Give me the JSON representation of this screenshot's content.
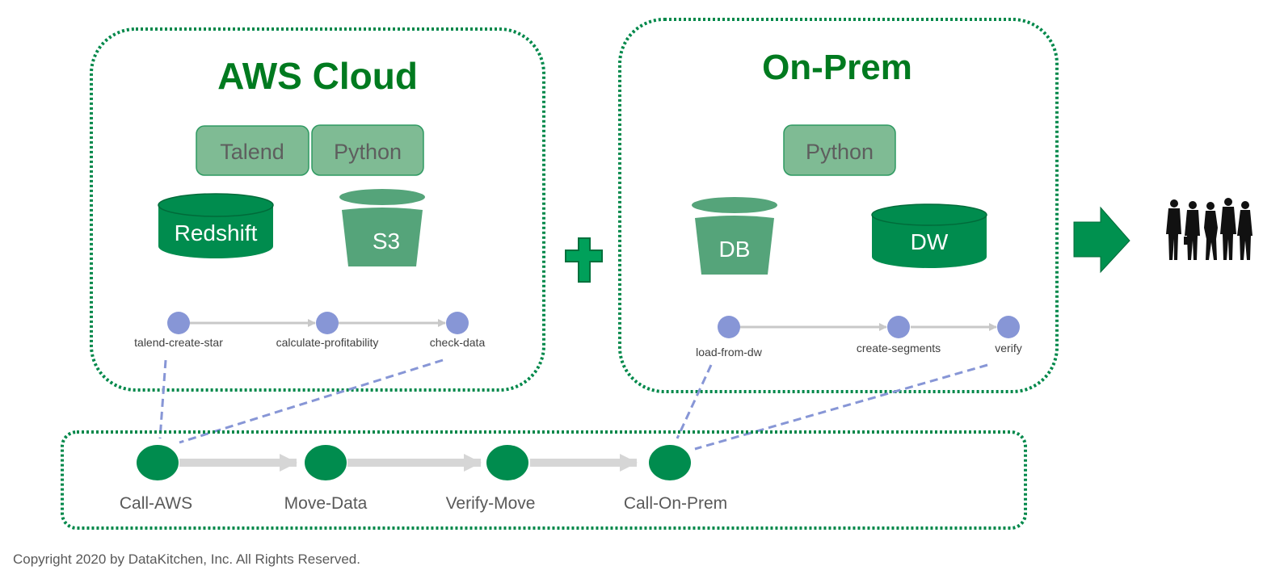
{
  "colors": {
    "dark_green": "#008c4e",
    "mid_green": "#55a47a",
    "tool_green": "#7fbb94",
    "title_green": "#007a1f",
    "border_green": "#00884a",
    "step_node": "#8796d6",
    "arrow_gray": "#c8c8c8",
    "main_arrow_gray": "#d6d6d6"
  },
  "aws": {
    "title": "AWS Cloud",
    "tools": [
      "Talend",
      "Python"
    ],
    "stores": [
      {
        "label": "Redshift",
        "shape": "cylinder"
      },
      {
        "label": "S3",
        "shape": "bucket"
      }
    ],
    "steps": [
      "talend-create-star",
      "calculate-profitability",
      "check-data"
    ]
  },
  "onprem": {
    "title": "On-Prem",
    "tools": [
      "Python"
    ],
    "stores": [
      {
        "label": "DB",
        "shape": "bucket"
      },
      {
        "label": "DW",
        "shape": "cylinder"
      }
    ],
    "steps": [
      "load-from-dw",
      "create-segments",
      "verify"
    ]
  },
  "connector": {
    "symbol": "plus-icon"
  },
  "output": {
    "arrow": "right-arrow-icon",
    "audience": "business-people-icon"
  },
  "main_pipeline": {
    "steps": [
      "Call-AWS",
      "Move-Data",
      "Verify-Move",
      "Call-On-Prem"
    ]
  },
  "footer": {
    "copyright": "Copyright 2020 by DataKitchen, Inc.  All Rights Reserved."
  }
}
